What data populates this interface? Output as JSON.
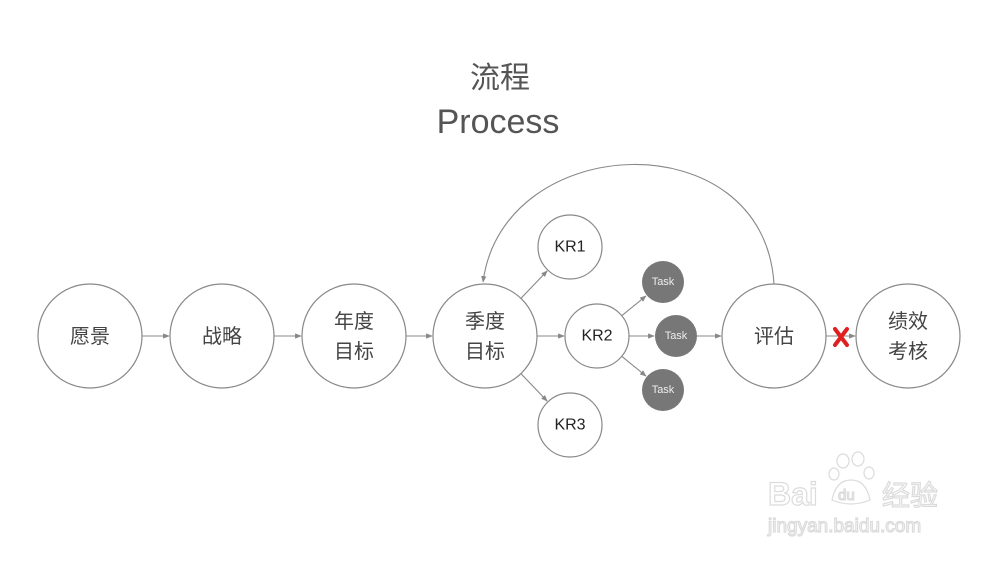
{
  "title": {
    "cn": "流程",
    "en": "Process"
  },
  "nodes": [
    {
      "id": "vision",
      "lines": [
        "愿景"
      ],
      "kind": "main"
    },
    {
      "id": "strategy",
      "lines": [
        "战略"
      ],
      "kind": "main"
    },
    {
      "id": "annual-goal",
      "lines": [
        "年度",
        "目标"
      ],
      "kind": "main"
    },
    {
      "id": "quarterly-goal",
      "lines": [
        "季度",
        "目标"
      ],
      "kind": "main"
    },
    {
      "id": "kr1",
      "lines": [
        "KR1"
      ],
      "kind": "kr"
    },
    {
      "id": "kr2",
      "lines": [
        "KR2"
      ],
      "kind": "kr"
    },
    {
      "id": "kr3",
      "lines": [
        "KR3"
      ],
      "kind": "kr"
    },
    {
      "id": "task-1",
      "lines": [
        "Task"
      ],
      "kind": "task"
    },
    {
      "id": "task-2",
      "lines": [
        "Task"
      ],
      "kind": "task"
    },
    {
      "id": "task-3",
      "lines": [
        "Task"
      ],
      "kind": "task"
    },
    {
      "id": "evaluate",
      "lines": [
        "评估"
      ],
      "kind": "main"
    },
    {
      "id": "performance-review",
      "lines": [
        "绩效",
        "考核"
      ],
      "kind": "main"
    }
  ],
  "edges": [
    {
      "from": "vision",
      "to": "strategy"
    },
    {
      "from": "strategy",
      "to": "annual-goal"
    },
    {
      "from": "annual-goal",
      "to": "quarterly-goal"
    },
    {
      "from": "quarterly-goal",
      "to": "kr1"
    },
    {
      "from": "quarterly-goal",
      "to": "kr2"
    },
    {
      "from": "quarterly-goal",
      "to": "kr3"
    },
    {
      "from": "kr2",
      "to": "task-1"
    },
    {
      "from": "kr2",
      "to": "task-2"
    },
    {
      "from": "kr2",
      "to": "task-3"
    },
    {
      "from": "task-2",
      "to": "evaluate"
    },
    {
      "from": "evaluate",
      "to": "performance-review",
      "blocked": true
    },
    {
      "from": "evaluate",
      "to": "quarterly-goal",
      "feedback": true
    }
  ],
  "colors": {
    "blocked_mark": "#e02020",
    "task_fill": "#777777",
    "stroke": "#888888"
  },
  "watermark": {
    "brand": "Bai",
    "brand_paw": "du",
    "brand_cn": "经验",
    "url": "jingyan.baidu.com"
  }
}
